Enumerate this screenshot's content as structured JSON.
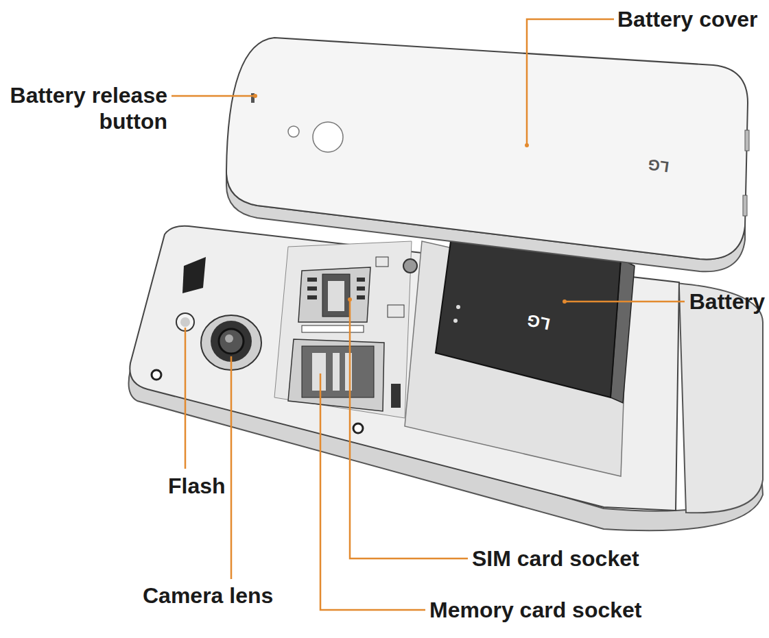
{
  "diagram": {
    "labels": [
      "Battery cover",
      "Battery release button",
      "LG",
      "Battery",
      "LG",
      "Flash",
      "Camera lens",
      "SIM card socket",
      "Memory card socket"
    ]
  }
}
